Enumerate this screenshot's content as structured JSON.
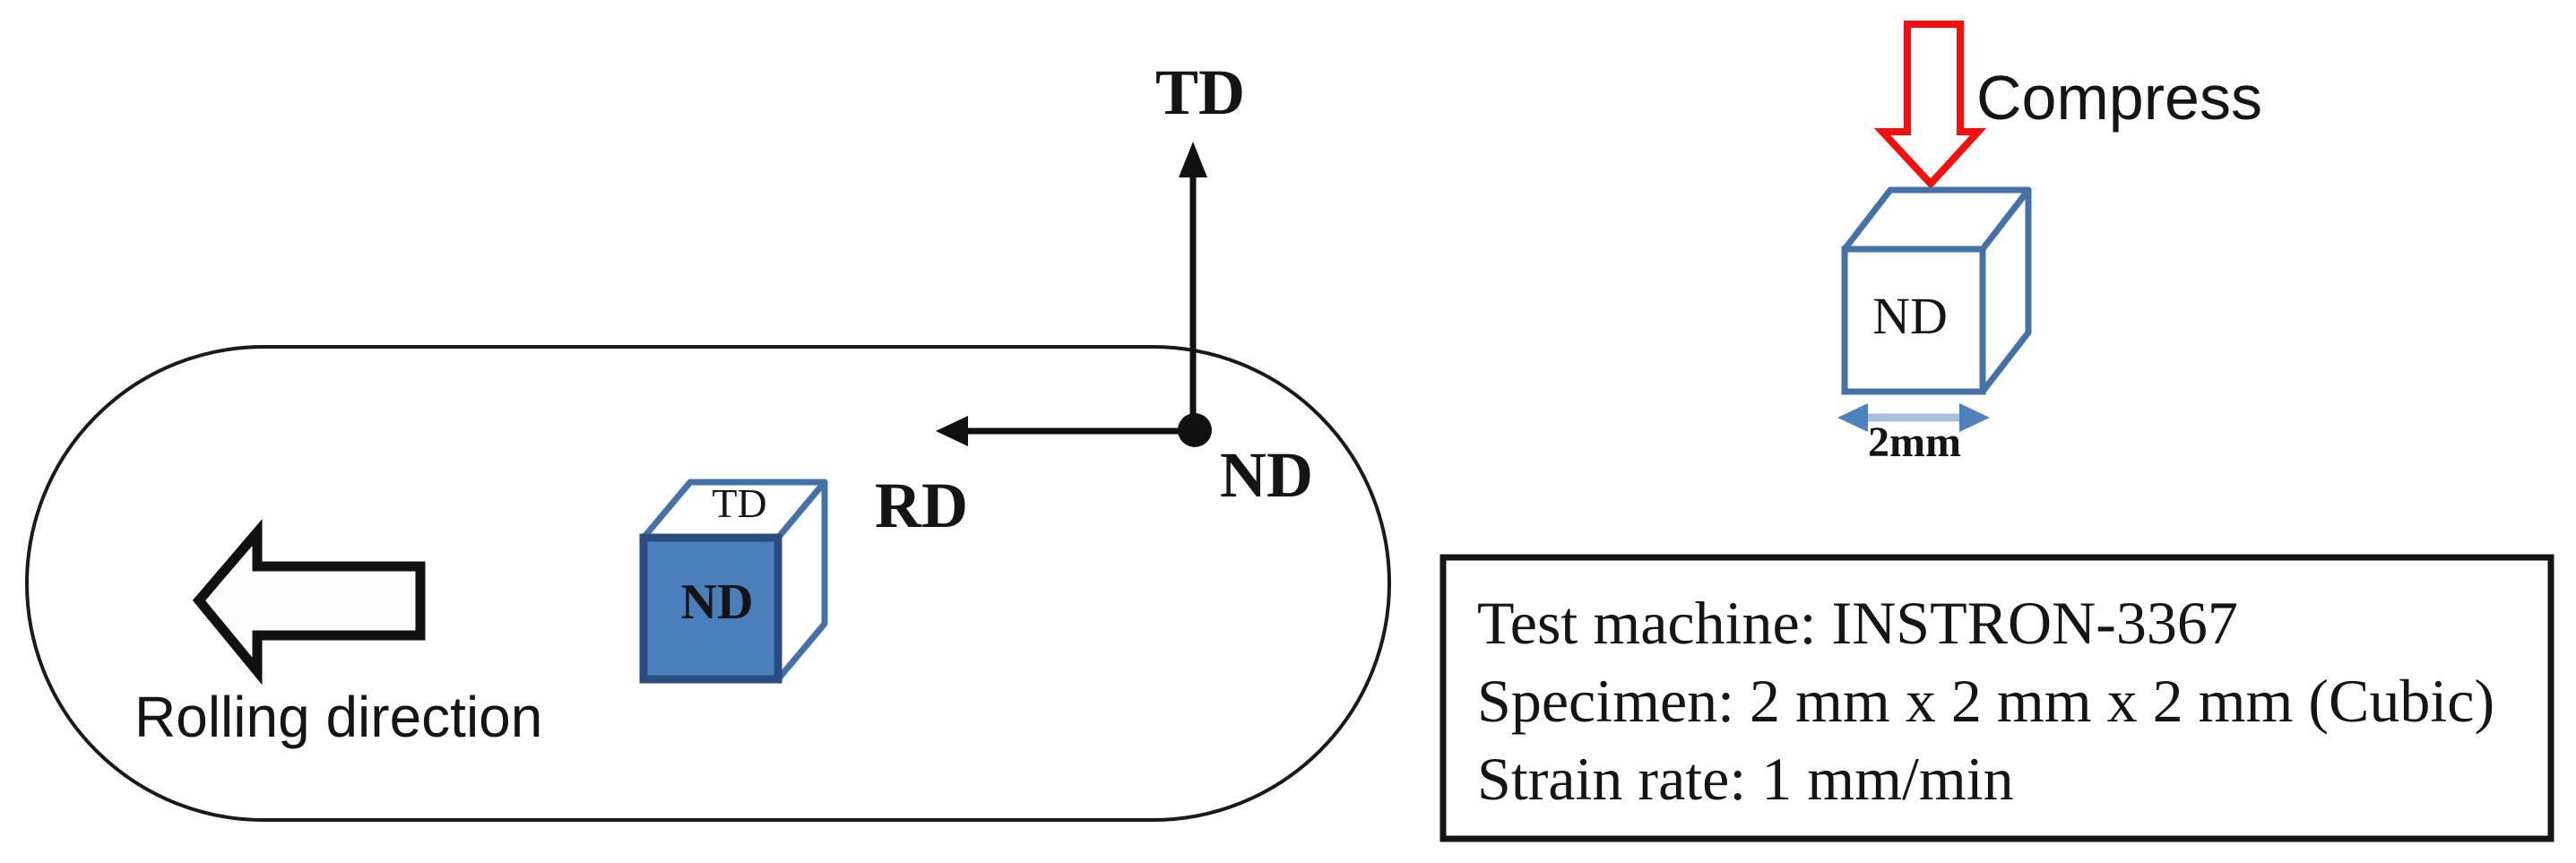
{
  "figure": {
    "rolled_sheet": {
      "rolling_direction_label": "Rolling direction"
    },
    "axes": {
      "vertical_label": "TD",
      "horizontal_label": "RD",
      "origin_label": "ND"
    },
    "sheet_cube": {
      "top_face_label": "TD",
      "front_face_label": "ND"
    },
    "compression": {
      "arrow_label": "Compress",
      "cube_front_label": "ND",
      "dimension_label": "2mm"
    },
    "info_box": {
      "line1": "Test machine: INSTRON-3367",
      "line2": "Specimen: 2 mm x 2 mm x 2 mm (Cubic)",
      "line3": "Strain rate: 1 mm/min"
    },
    "colors": {
      "cube_fill_blue": "#4a7ebd",
      "cube_stroke_blue": "#4472a8",
      "front_border_navy": "#2a4d7f",
      "nd_text_navy": "#17375e",
      "compress_red": "#fb0d0d",
      "dimension_line_blue": "#a9c1de",
      "dimension_head_blue": "#4f81bd",
      "outline_black": "#1a1a1a"
    }
  }
}
